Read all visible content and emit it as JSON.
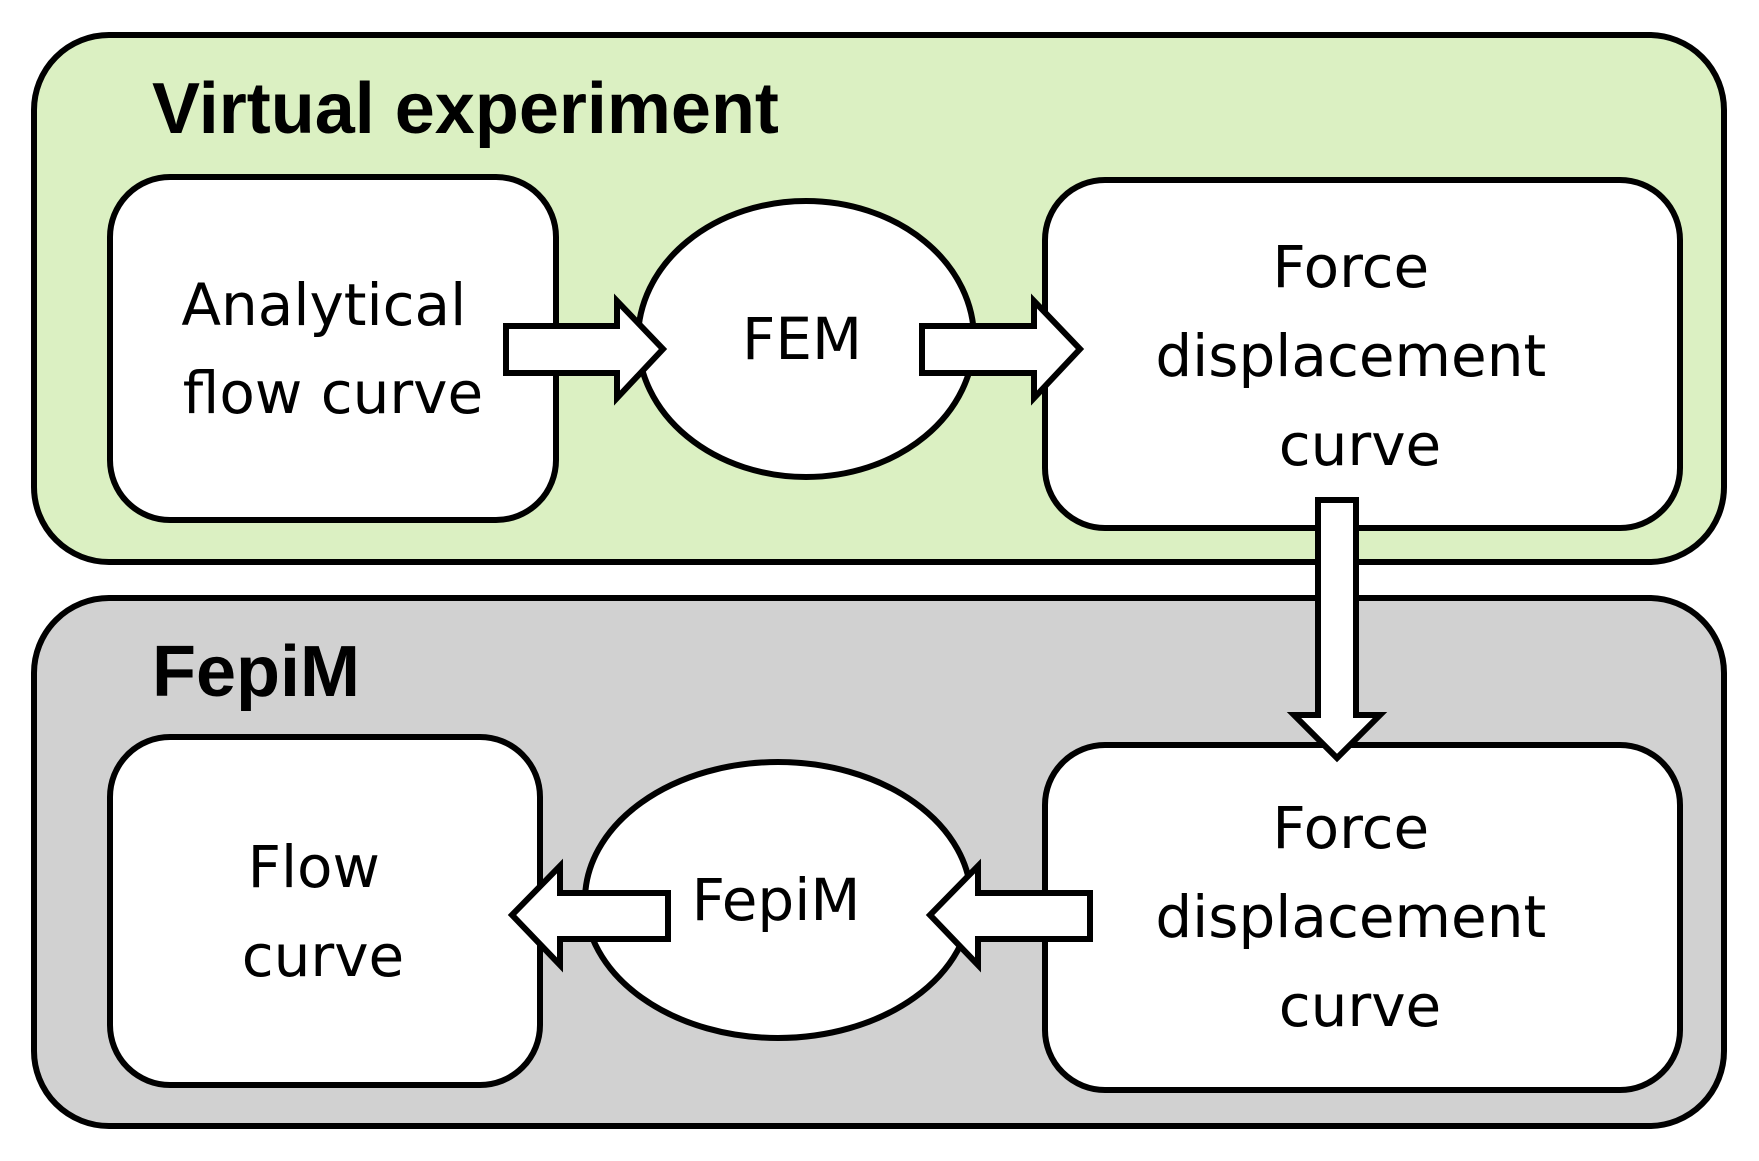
{
  "groups": {
    "virtual_experiment": {
      "title": "Virtual experiment",
      "fill": "#dbf0c2",
      "nodes": {
        "analytical_flow_curve": {
          "lines": [
            "Analytical",
            "flow curve"
          ]
        },
        "fem": {
          "lines": [
            "FEM"
          ]
        },
        "force_displacement_curve": {
          "lines": [
            "Force",
            "displacement",
            "curve"
          ]
        }
      }
    },
    "fepim": {
      "title": "FepiM",
      "fill": "#d1d1d1",
      "nodes": {
        "flow_curve": {
          "lines": [
            "Flow",
            "curve"
          ]
        },
        "fepim_process": {
          "lines": [
            "FepiM"
          ]
        },
        "force_displacement_curve": {
          "lines": [
            "Force",
            "displacement",
            "curve"
          ]
        }
      }
    }
  },
  "colors": {
    "stroke": "#000000",
    "node_fill": "#ffffff"
  }
}
